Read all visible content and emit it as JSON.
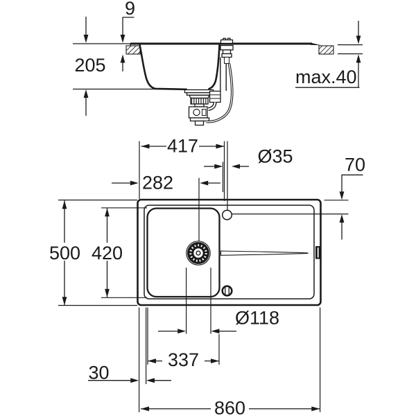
{
  "section_view": {
    "rim_height": "9",
    "installation_depth": "205",
    "max_counter_thickness": "max.40"
  },
  "plan_view": {
    "edge_to_tap_center": "417",
    "tap_hole_diameter": "Ø35",
    "edge_to_drain_center": "282",
    "top_edge_to_tap_center": "70",
    "overall_depth": "500",
    "bowl_inner_depth": "420",
    "drain_flange_diameter": "Ø118",
    "bowl_inner_width": "337",
    "rim_width": "30",
    "overall_width": "860"
  },
  "colors": {
    "line": "#1a1a1a",
    "background": "#ffffff"
  }
}
